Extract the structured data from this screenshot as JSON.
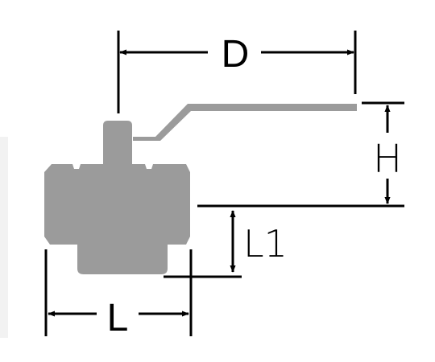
{
  "colors": {
    "body": "#9b9b9b",
    "line": "#000000",
    "background": "#ffffff",
    "edge_shadow": "#f2f2f2"
  },
  "labels": {
    "d": "D",
    "h": "H",
    "l1": "L1",
    "l": "L"
  }
}
